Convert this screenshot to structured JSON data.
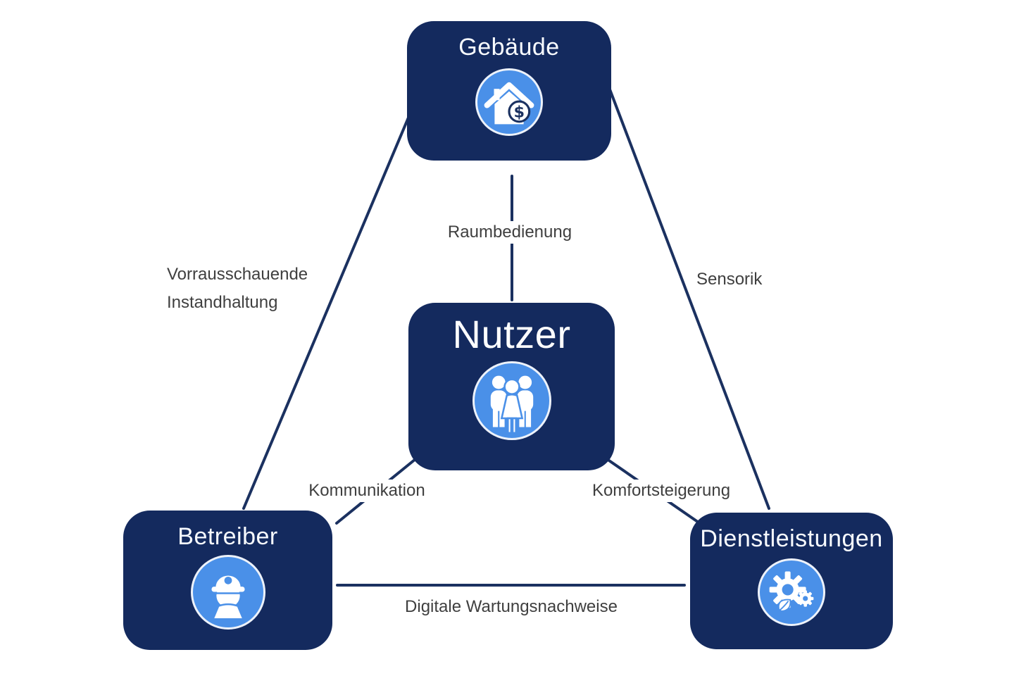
{
  "diagram": {
    "nodes": {
      "gebaeude": {
        "label": "Gebäude",
        "icon": "house-dollar-icon"
      },
      "nutzer": {
        "label": "Nutzer",
        "icon": "people-icon"
      },
      "betreiber": {
        "label": "Betreiber",
        "icon": "construction-worker-icon"
      },
      "dienstleistungen": {
        "label": "Dienstleistungen",
        "icon": "gears-leaf-icon"
      }
    },
    "edge_labels": {
      "gebaeude_nutzer": "Raumbedienung",
      "gebaeude_betreiber_line1": "Vorrausschauende",
      "gebaeude_betreiber_line2": "Instandhaltung",
      "gebaeude_dienstleistungen": "Sensorik",
      "nutzer_betreiber": "Kommunikation",
      "nutzer_dienstleistungen": "Komfortsteigerung",
      "betreiber_dienstleistungen": "Digitale Wartungsnachweise"
    },
    "icon_glyphs": {
      "dollar": "$"
    },
    "colors": {
      "node_fill": "#142a5e",
      "node_title_text": "#f8fbff",
      "connector_line": "#1b3160",
      "icon_circle_fill": "#4a90e8",
      "icon_circle_ring": "#edf2fa",
      "icon_glyph": "#ffffff",
      "edge_label_text": "#3f3f3f",
      "background": "#ffffff"
    }
  }
}
